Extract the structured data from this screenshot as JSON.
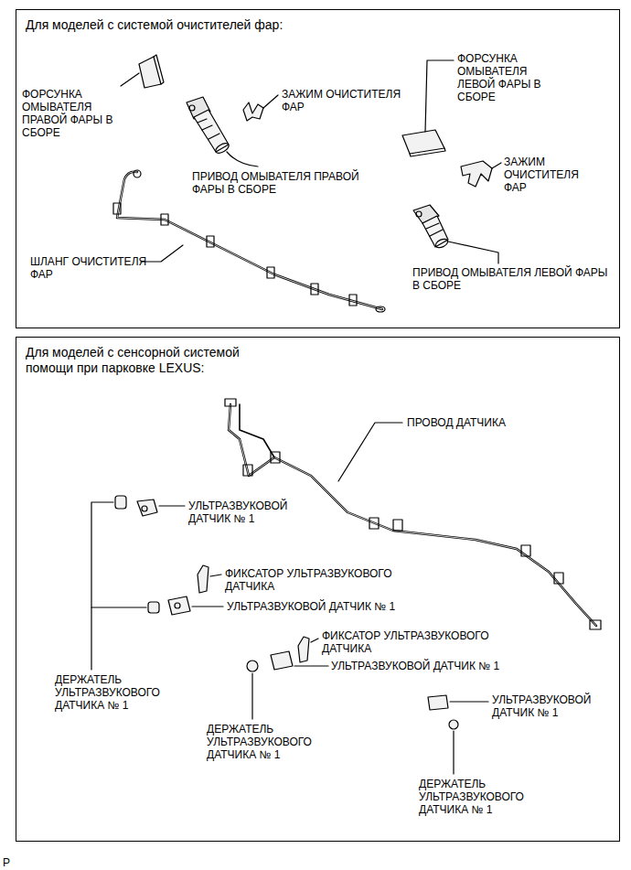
{
  "diagram": {
    "nodes": [
      {
        "text": [
          "Для моделей с системой очистителей фар:"
        ]
      },
      {
        "text": [
          "Для моделей с сенсорной системой помощи при парковке LEXUS:"
        ]
      }
    ],
    "labels": [
      "ФОРСУНКА ОМЫВАТЕЛЯ ПРАВОЙ ФАРЫ В СБОРЕ",
      "ЗАЖИМ ОЧИСТИТЕЛЯ ФАР",
      "ФОРСУНКА ОМЫВАТЕЛЯ ЛЕВОЙ ФАРЫ В СБОРЕ",
      "ПРИВОД ОМЫВАТЕЛЯ ПРАВОЙ ФАРЫ В СБОРЕ",
      "ЗАЖИМ ОЧИСТИТЕЛЯ ФАР",
      "ШЛАНГ ОЧИСТИТЕЛЯ ФАР",
      "ПРИВОД ОМЫВАТЕЛЯ ЛЕВОЙ ФАРЫ В СБОРЕ",
      "ПРОВОД ДАТЧИКА",
      "УЛЬТРАЗВУКОВОЙ ДАТЧИК № 1",
      "ФИКСАТОР УЛЬТРАЗВУКОВОГО ДАТЧИКА",
      "УЛЬТРАЗВУКОВОЙ ДАТЧИК № 1",
      "ФИКСАТОР УЛЬТРАЗВУКОВОГО ДАТЧИКА",
      "УЛЬТРАЗВУКОВОЙ ДАТЧИК № 1",
      "ДЕРЖАТЕЛЬ УЛЬТРАЗВУКОВОГО ДАТЧИКА № 1",
      "УЛЬТРАЗВУКОВОЙ ДАТЧИК № 1",
      "ДЕРЖАТЕЛЬ УЛЬТРАЗВУКОВОГО ДАТЧИКА № 1",
      "ДЕРЖАТЕЛЬ УЛЬТРАЗВУКОВОГО ДАТЧИКА № 1",
      "P"
    ]
  }
}
